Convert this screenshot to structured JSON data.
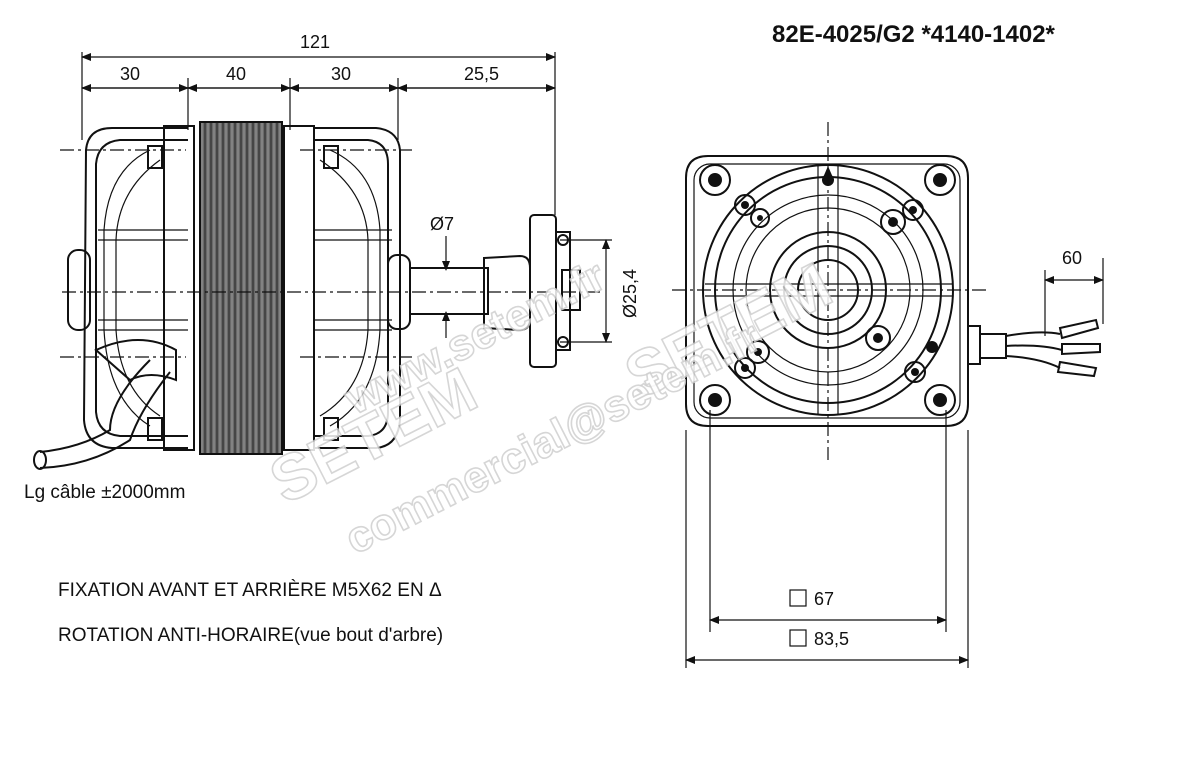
{
  "header": {
    "title": "82E-4025/G2  *4140-1402*"
  },
  "side_view": {
    "dim_total": "121",
    "dim_segments": [
      "30",
      "40",
      "30",
      "25,5"
    ],
    "shaft_diameter": "Ø7",
    "flange_diameter": "Ø25,4",
    "cable_length": "Lg câble ±2000mm"
  },
  "front_view": {
    "lead_length": "60",
    "square_inner": "67",
    "square_outer": "83,5"
  },
  "notes": {
    "fixing": "FIXATION AVANT ET ARRIÈRE M5X62 EN Δ",
    "rotation": "ROTATION ANTI-HORAIRE(vue bout d'arbre)"
  },
  "watermarks": [
    "www.setem.fr",
    "SETEM",
    "SETEM",
    "commercial@setem.fr"
  ]
}
